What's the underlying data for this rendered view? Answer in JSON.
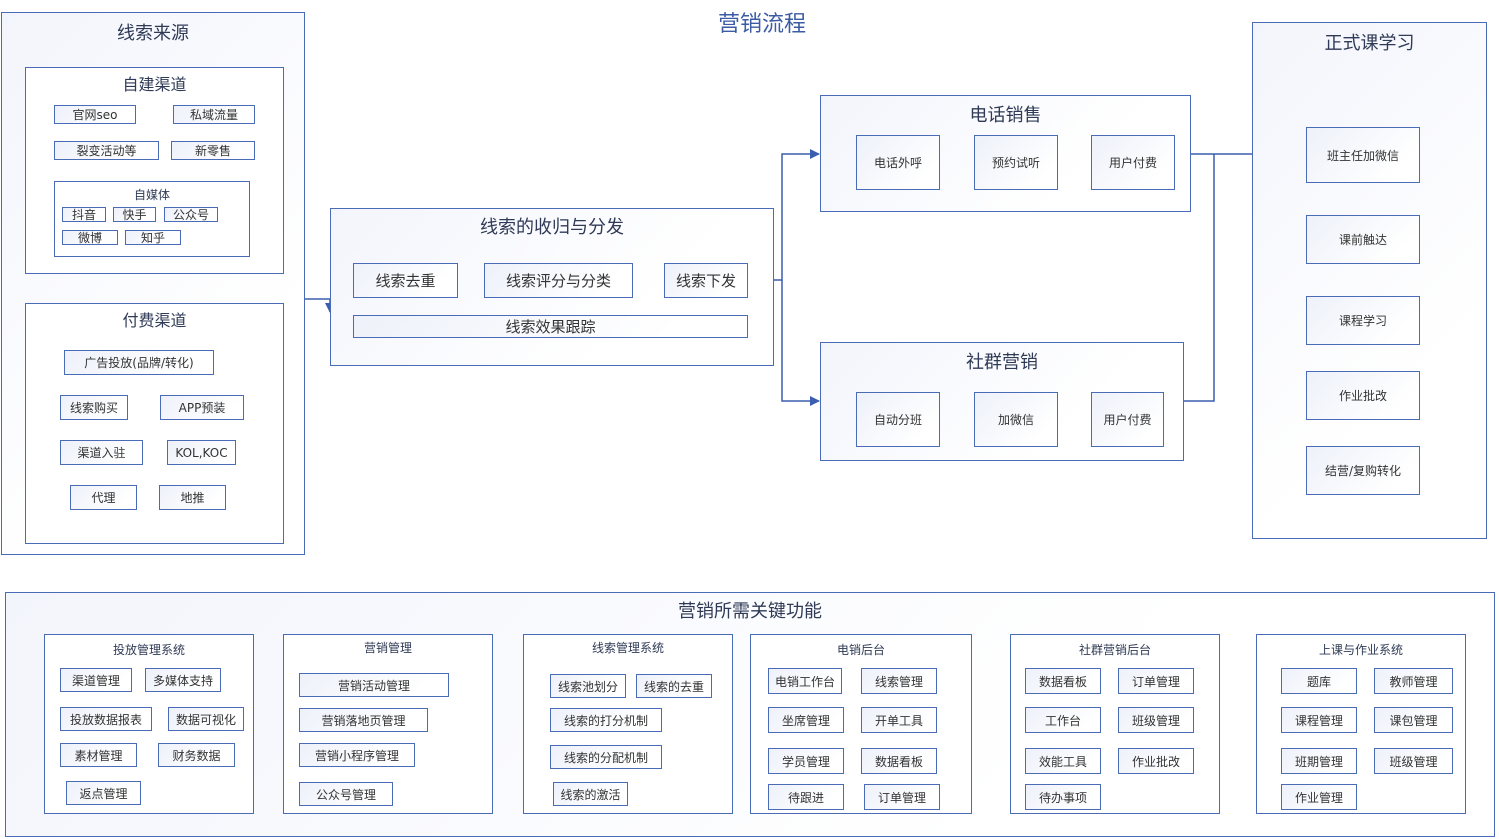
{
  "title": "营销流程",
  "sources": {
    "title": "线索来源",
    "self": {
      "title": "自建渠道",
      "items": [
        "官网seo",
        "私域流量",
        "裂变活动等",
        "新零售"
      ],
      "media": {
        "title": "自媒体",
        "items": [
          "抖音",
          "快手",
          "公众号",
          "微博",
          "知乎"
        ]
      }
    },
    "paid": {
      "title": "付费渠道",
      "items": [
        "广告投放(品牌/转化)",
        "线索购买",
        "APP预装",
        "渠道入驻",
        "KOL,KOC",
        "代理",
        "地推"
      ]
    }
  },
  "collect": {
    "title": "线索的收归与分发",
    "steps": [
      "线索去重",
      "线索评分与分类",
      "线索下发"
    ],
    "track": "线索效果跟踪"
  },
  "phone": {
    "title": "电话销售",
    "steps": [
      "电话外呼",
      "预约试听",
      "用户付费"
    ]
  },
  "community": {
    "title": "社群营销",
    "steps": [
      "自动分班",
      "加微信",
      "用户付费"
    ]
  },
  "course": {
    "title": "正式课学习",
    "steps": [
      "班主任加微信",
      "课前触达",
      "课程学习",
      "作业批改",
      "结营/复购转化"
    ]
  },
  "functions": {
    "title": "营销所需关键功能",
    "groups": [
      {
        "title": "投放管理系统",
        "items": [
          "渠道管理",
          "多媒体支持",
          "投放数据报表",
          "数据可视化",
          "素材管理",
          "财务数据",
          "返点管理"
        ]
      },
      {
        "title": "营销管理",
        "items": [
          "营销活动管理",
          "营销落地页管理",
          "营销小程序管理",
          "公众号管理"
        ]
      },
      {
        "title": "线索管理系统",
        "items": [
          "线索池划分",
          "线索的去重",
          "线索的打分机制",
          "线索的分配机制",
          "线索的激活"
        ]
      },
      {
        "title": "电销后台",
        "items": [
          "电销工作台",
          "线索管理",
          "坐席管理",
          "开单工具",
          "学员管理",
          "数据看板",
          "待跟进",
          "订单管理"
        ]
      },
      {
        "title": "社群营销后台",
        "items": [
          "数据看板",
          "订单管理",
          "工作台",
          "班级管理",
          "效能工具",
          "作业批改",
          "待办事项"
        ]
      },
      {
        "title": "上课与作业系统",
        "items": [
          "题库",
          "教师管理",
          "课程管理",
          "课包管理",
          "班期管理",
          "班级管理",
          "作业管理"
        ]
      }
    ]
  }
}
